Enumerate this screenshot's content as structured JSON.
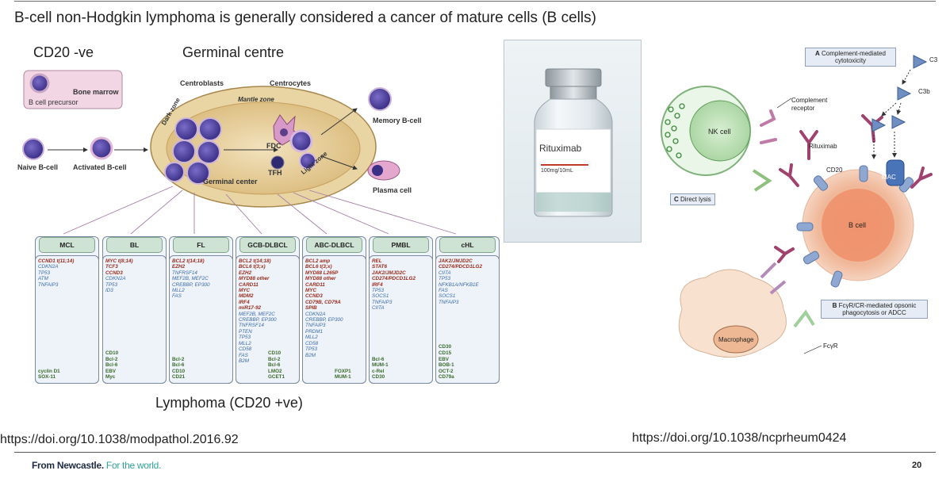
{
  "slide": {
    "title": "B-cell non-Hodgkin lymphoma is generally considered a cancer of mature cells (B cells)",
    "page_number": "20",
    "footer_brand": "From Newcastle.",
    "footer_tag": "For the world."
  },
  "left_diagram": {
    "cd20_neg": "CD20 -ve",
    "germinal_centre": "Germinal centre",
    "lymphoma_label": "Lymphoma (CD20 +ve)",
    "bone_marrow": "Bone marrow",
    "b_precursor": "B cell precursor",
    "naive": "Naive B-cell",
    "activated": "Activated B-cell",
    "centroblasts": "Centroblasts",
    "centrocytes": "Centrocytes",
    "mantle_zone": "Mantle zone",
    "dark_zone": "Dark zone",
    "light_zone": "Light zone",
    "germinal_center": "Germinal center",
    "fdc": "FDC",
    "tfh": "TFH",
    "memory": "Memory B-cell",
    "plasma": "Plasma cell",
    "doi": "https://doi.org/10.1038/modpathol.2016.92",
    "cards": [
      {
        "name": "MCL",
        "genes": [
          [
            "CCND1 t(11;14)",
            "red"
          ],
          [
            "CDKN2A",
            "blue"
          ],
          [
            "TP53",
            "blue"
          ],
          [
            "ATM",
            "blue"
          ],
          [
            "TNFAIP3",
            "blue"
          ]
        ],
        "markers": [
          "cyclin D1",
          "SOX-11"
        ],
        "markers2": []
      },
      {
        "name": "BL",
        "genes": [
          [
            "MYC t(8;14)",
            "red"
          ],
          [
            "TCF3",
            "red"
          ],
          [
            "CCND3",
            "red"
          ],
          [
            "CDKN2A",
            "blue"
          ],
          [
            "TP53",
            "blue"
          ],
          [
            "ID3",
            "blue"
          ]
        ],
        "markers": [
          "CD10",
          "Bcl-2",
          "Bcl-6",
          "EBV",
          "Myc"
        ],
        "markers2": []
      },
      {
        "name": "FL",
        "genes": [
          [
            "BCL2 t(14;18)",
            "red"
          ],
          [
            "EZH2",
            "red"
          ],
          [
            "TNFRSF14",
            "blue"
          ],
          [
            "MEF2B, MEF2C",
            "blue"
          ],
          [
            "CREBBP, EP300",
            "blue"
          ],
          [
            "MLL2",
            "blue"
          ],
          [
            "FAS",
            "blue"
          ]
        ],
        "markers": [
          "Bcl-2",
          "Bcl-6",
          "CD10",
          "CD21"
        ],
        "markers2": []
      },
      {
        "name": "GCB-DLBCL",
        "genes": [
          [
            "BCL2 t(14;18)",
            "red"
          ],
          [
            "BCL6 t(3;x)",
            "red"
          ],
          [
            "EZH2",
            "red"
          ],
          [
            "MYD88 other",
            "red"
          ],
          [
            "CARD11",
            "red"
          ],
          [
            "MYC",
            "red"
          ],
          [
            "MDM2",
            "red"
          ],
          [
            "IRF4",
            "red"
          ],
          [
            "miR17-92",
            "red"
          ],
          [
            "MEF2B, MEF2C",
            "blue"
          ],
          [
            "CREBBP, EP300",
            "blue"
          ],
          [
            "TNFRSF14",
            "blue"
          ],
          [
            "PTEN",
            "blue"
          ],
          [
            "TP53",
            "blue"
          ],
          [
            "MLL2",
            "blue"
          ],
          [
            "CD58",
            "blue"
          ],
          [
            "FAS",
            "blue"
          ],
          [
            "B2M",
            "blue"
          ]
        ],
        "markers": [],
        "markers2": [
          "CD10",
          "Bcl-2",
          "Bcl-6",
          "LMO2",
          "GCET1"
        ]
      },
      {
        "name": "ABC-DLBCL",
        "genes": [
          [
            "BCL2 amp",
            "red"
          ],
          [
            "BCL6 t(3;x)",
            "red"
          ],
          [
            "MYD88 L265P",
            "red"
          ],
          [
            "MYD88 other",
            "red"
          ],
          [
            "CARD11",
            "red"
          ],
          [
            "MYC",
            "red"
          ],
          [
            "CCND3",
            "red"
          ],
          [
            "CD79B, CD79A",
            "red"
          ],
          [
            "SPIB",
            "red"
          ],
          [
            "CDKN2A",
            "blue"
          ],
          [
            "CREBBP, EP300",
            "blue"
          ],
          [
            "TNFAIP3",
            "blue"
          ],
          [
            "PRDM1",
            "blue"
          ],
          [
            "MLL2",
            "blue"
          ],
          [
            "CD58",
            "blue"
          ],
          [
            "TP53",
            "blue"
          ],
          [
            "B2M",
            "blue"
          ]
        ],
        "markers": [],
        "markers2": [
          "FOXP1",
          "MUM-1"
        ]
      },
      {
        "name": "PMBL",
        "genes": [
          [
            "REL",
            "red"
          ],
          [
            "STAT6",
            "red"
          ],
          [
            "JAK2/JMJD2C",
            "red"
          ],
          [
            "CD274/PDCD1LG2",
            "red"
          ],
          [
            "IRF4",
            "red"
          ],
          [
            "TP53",
            "blue"
          ],
          [
            "SOCS1",
            "blue"
          ],
          [
            "TNFAIP3",
            "blue"
          ],
          [
            "CIITA",
            "blue"
          ]
        ],
        "markers": [
          "Bcl-6",
          "MUM-1",
          "c-Rel",
          "CD30"
        ],
        "markers2": []
      },
      {
        "name": "cHL",
        "genes": [
          [
            "JAK2/JMJD2C",
            "red"
          ],
          [
            "CD274/PDCD1LG2",
            "red"
          ],
          [
            "CIITA",
            "blue"
          ],
          [
            "TP53",
            "blue"
          ],
          [
            "NFKB1A/NFKB1E",
            "blue"
          ],
          [
            "FAS",
            "blue"
          ],
          [
            "SOCS1",
            "blue"
          ],
          [
            "TNFAIP3",
            "blue"
          ]
        ],
        "markers": [
          "CD30",
          "CD15",
          "EBV",
          "BOB-1",
          "OCT-2",
          "CD79a"
        ],
        "markers2": []
      }
    ]
  },
  "vial": {
    "brand": "Rituximab",
    "dose": "100mg/10mL"
  },
  "right_diagram": {
    "a_label": "A",
    "a_text": "Complement-mediated cytotoxicity",
    "c3": "C3",
    "c3b": "C3b",
    "complement_receptor": "Complement receptor",
    "nk_cell": "NK cell",
    "rituximab": "Rituximab",
    "cd20": "CD20",
    "mac": "MAC",
    "c_label": "C",
    "c_text": "Direct lysis",
    "b_cell": "B cell",
    "b_label": "B",
    "b_text": "FcγR/CR-mediated opsonic phagocytosis or ADCC",
    "macrophage": "Macrophage",
    "fcgr": "FcγR",
    "doi": "https://doi.org/10.1038/ncprheum0424"
  },
  "colors": {
    "cell_purple": "#5b4aa8",
    "gc_tan": "#e6cf9e",
    "nk_green": "#cfe8c8",
    "bcell_salmon": "#f0a888",
    "antibody": "#a0426e",
    "cd20_blue": "#6f8fc2"
  }
}
